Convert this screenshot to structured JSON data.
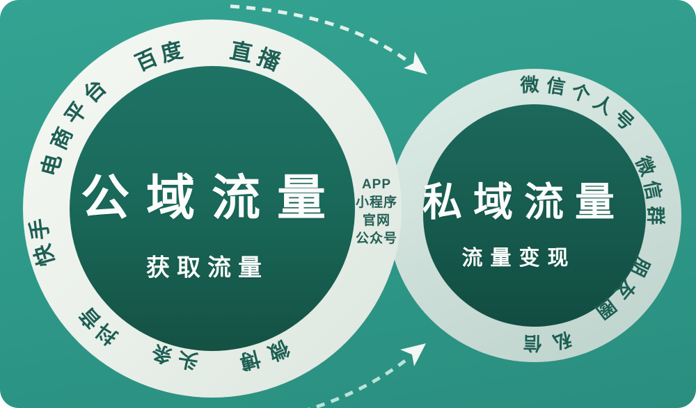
{
  "diagram": {
    "left_circle": {
      "title": "公域流量",
      "subtitle": "获取流量",
      "ring_labels": {
        "ecommerce": "电商平台",
        "baidu": "百度",
        "live": "直播",
        "kuaishou": "快手",
        "douyin": "抖音",
        "toutiao": "头条",
        "weibo": "微博"
      }
    },
    "right_circle": {
      "title": "私域流量",
      "subtitle": "流量变现",
      "ring_labels": {
        "wechat_personal": "微信个人号",
        "wechat_group": "微信群",
        "moments": "朋友圈",
        "private_message": "私信"
      }
    },
    "overlap": {
      "lines": [
        "APP",
        "小程序",
        "官网",
        "公众号"
      ]
    },
    "colors": {
      "background": "#2f9a8a",
      "left_ring": "#e9efe9",
      "right_ring": "#cadcd6",
      "left_inner": "#1a6a5b",
      "right_inner": "#175d50",
      "label_text": "#1d5f53",
      "overlap_text": "#265f55",
      "title_text": "#fafdfb",
      "arrow_dash_top": "#e3f1ea",
      "arrow_dash_bottom": "#b9e4d9",
      "arrow_head": "#f2f8f4"
    }
  }
}
